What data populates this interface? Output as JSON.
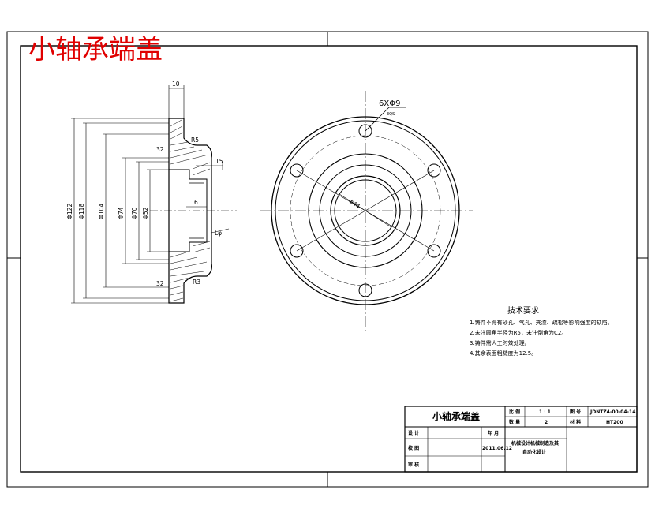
{
  "title_red": "小轴承端盖",
  "section_view": {
    "dim_top_width": "10",
    "dim_flange_radius": "R5",
    "dim_hub_width": "15",
    "dim_inner_step": "6",
    "dim_inner_radius": "R3",
    "surface_roughness": "32",
    "diameters": [
      "Φ122",
      "Φ118",
      "Φ104",
      "Φ74",
      "Φ70",
      "Φ52"
    ],
    "note_side": "Lφ"
  },
  "front_view": {
    "hole_callout": "6XΦ9",
    "hole_callout_sub": "EQS",
    "bore_callout": "Φ44"
  },
  "technical_requirements": {
    "heading": "技术要求",
    "items": [
      "1.铸件不得有砂孔、气孔、夹渣、疏松等影响强度的缺陷。",
      "2.未注圆角半径为R5，未注倒角为C2。",
      "3.铸件需人工时效处理。",
      "4.其余表面粗糙度为12.5。"
    ]
  },
  "title_block": {
    "part_name": "小轴承端盖",
    "scale_label": "比 例",
    "scale_value": "1 : 1",
    "drawing_no_label": "图 号",
    "drawing_no_value": "JDNTZ4-00-04-14",
    "qty_label": "数 量",
    "qty_value": "2",
    "material_label": "材 料",
    "material_value": "HT200",
    "designer_label": "设 计",
    "checker_label": "校 图",
    "reviewer_label": "审 核",
    "date_label": "年 月",
    "date_value": "2011.06.12",
    "school_line1": "机械设计机械制造及其",
    "school_line2": "自动化设计"
  }
}
